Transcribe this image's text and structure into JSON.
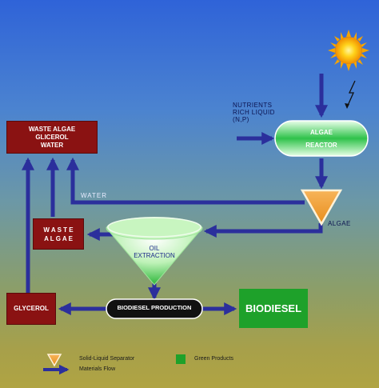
{
  "nodes": {
    "waste_algae_top": [
      "WASTE ALGAE",
      "GLICEROL",
      "WATER"
    ],
    "nutrients": [
      "NUTRIENTS",
      "RICH LIQUID",
      "(N,P)"
    ],
    "algae_reactor": [
      "ALGAE",
      "REACTOR"
    ],
    "water_label": "WATER",
    "algae_label": "ALGAE",
    "waste_algae_mid": [
      "W A S T E",
      "A L G A E"
    ],
    "oil_extraction": [
      "OIL",
      "EXTRACTION"
    ],
    "glycerol": "GLYCEROL",
    "biodiesel_production": "BIODIESEL PRODUCTION",
    "biodiesel": "BIODIESEL"
  },
  "legend": {
    "separator": "Solid-Liquid Separator",
    "green_products": "Green Products",
    "materials_flow": "Materials Flow"
  },
  "colors": {
    "arrow": "#2b2f9c",
    "waste_box": "#8a1212",
    "green_product": "#1ea12a",
    "separator": "#f2a23a",
    "process_pill": "#111111"
  },
  "icons": [
    "sun-icon",
    "lightning-icon"
  ]
}
